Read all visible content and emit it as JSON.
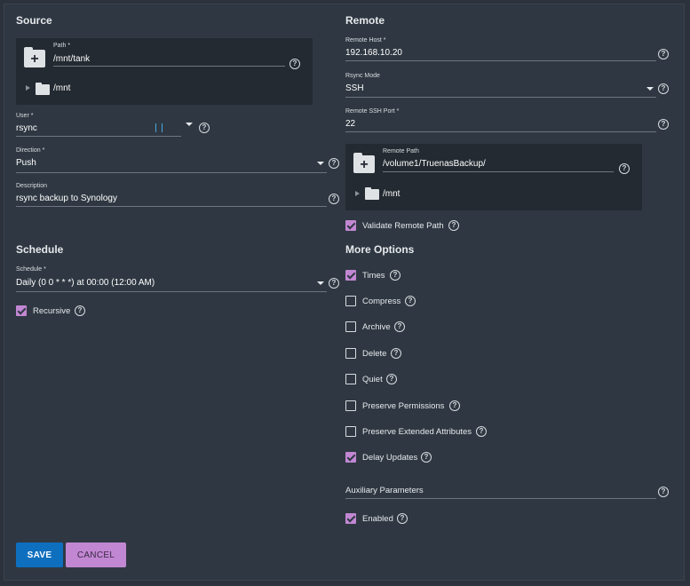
{
  "source": {
    "title": "Source",
    "path_label": "Path *",
    "path_value": "/mnt/tank",
    "tree_root": "/mnt",
    "user_label": "User *",
    "user_value": "rsync",
    "direction_label": "Direction *",
    "direction_value": "Push",
    "description_label": "Description",
    "description_value": "rsync backup to Synology"
  },
  "remote": {
    "title": "Remote",
    "host_label": "Remote Host *",
    "host_value": "192.168.10.20",
    "mode_label": "Rsync Mode",
    "mode_value": "SSH",
    "port_label": "Remote SSH Port *",
    "port_value": "22",
    "path_label": "Remote Path",
    "path_value": "/volume1/TruenasBackup/",
    "tree_root": "/mnt",
    "validate_label": "Validate Remote Path",
    "validate_checked": true
  },
  "schedule": {
    "title": "Schedule",
    "schedule_label": "Schedule *",
    "schedule_value": "Daily (0 0 * * *) at 00:00 (12:00 AM)",
    "recursive_label": "Recursive",
    "recursive_checked": true
  },
  "more_options": {
    "title": "More Options",
    "options": [
      {
        "label": "Times",
        "checked": true
      },
      {
        "label": "Compress",
        "checked": false
      },
      {
        "label": "Archive",
        "checked": false
      },
      {
        "label": "Delete",
        "checked": false
      },
      {
        "label": "Quiet",
        "checked": false
      },
      {
        "label": "Preserve Permissions",
        "checked": false
      },
      {
        "label": "Preserve Extended Attributes",
        "checked": false
      },
      {
        "label": "Delay Updates",
        "checked": true
      }
    ],
    "aux_label": "Auxiliary Parameters",
    "aux_value": "",
    "enabled_label": "Enabled",
    "enabled_checked": true
  },
  "buttons": {
    "save": "SAVE",
    "cancel": "CANCEL"
  },
  "icons": {
    "help": "?",
    "add_folder": "+"
  },
  "colors": {
    "background": "#2f3842",
    "accent_checkbox": "#c287d3",
    "primary_button": "#0f6fbf"
  }
}
